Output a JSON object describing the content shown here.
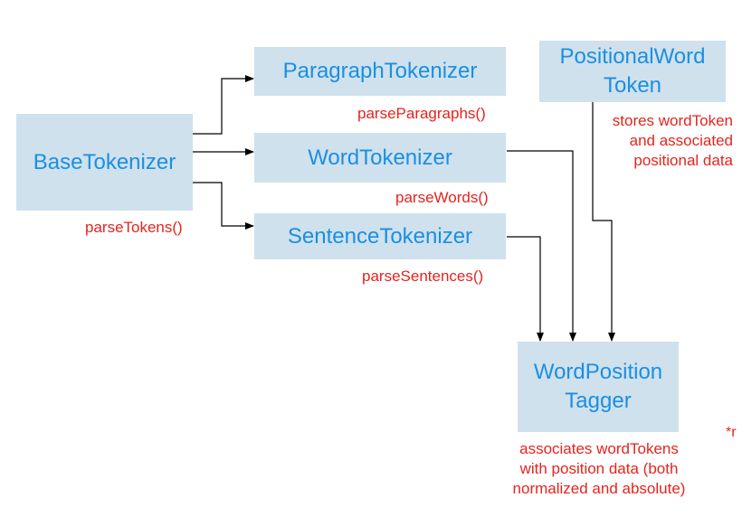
{
  "nodes": {
    "base": {
      "label": "BaseTokenizer"
    },
    "paragraph": {
      "label": "ParagraphTokenizer"
    },
    "word": {
      "label": "WordTokenizer"
    },
    "sentence": {
      "label": "SentenceTokenizer"
    },
    "positional": {
      "label": "PositionalWord\nToken"
    },
    "tagger": {
      "label": "WordPosition\nTagger"
    }
  },
  "notes": {
    "parse_tokens": "parseTokens()",
    "parse_paragraphs": "parseParagraphs()",
    "parse_words": "parseWords()",
    "parse_sentences": "parseSentences()",
    "positional_desc": "stores wordToken\nand associated\npositional data",
    "tagger_desc": "associates wordTokens\nwith position data (both\nnormalized and absolute)",
    "corner_mark": "*r"
  },
  "colors": {
    "box_fill": "#cfe1ec",
    "box_text": "#1a8fe3",
    "note_text": "#e8231d",
    "connector": "#000000"
  }
}
